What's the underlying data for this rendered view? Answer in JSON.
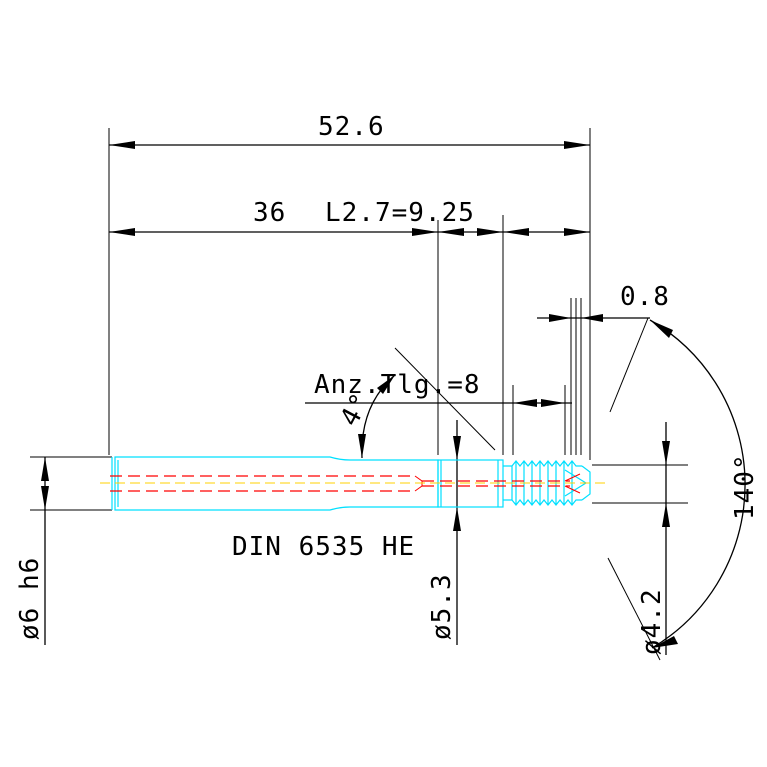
{
  "dimensions": {
    "overall_length": "52.6",
    "shank_length": "36",
    "neck_length": "L2.7=9.25",
    "thread_length": "0.8",
    "flutes": "Anz.Tlg.=8",
    "angle_tool": "4°",
    "point_angle": "140°",
    "shank_diameter": "ø6 h6",
    "neck_diameter": "ø5.3",
    "thread_diameter": "ø4.2",
    "standard": "DIN 6535 HE"
  },
  "colors": {
    "outline": "#00e0ff",
    "coolant": "#ff0000",
    "centerline": "#ffd000",
    "dimension": "#000000"
  }
}
